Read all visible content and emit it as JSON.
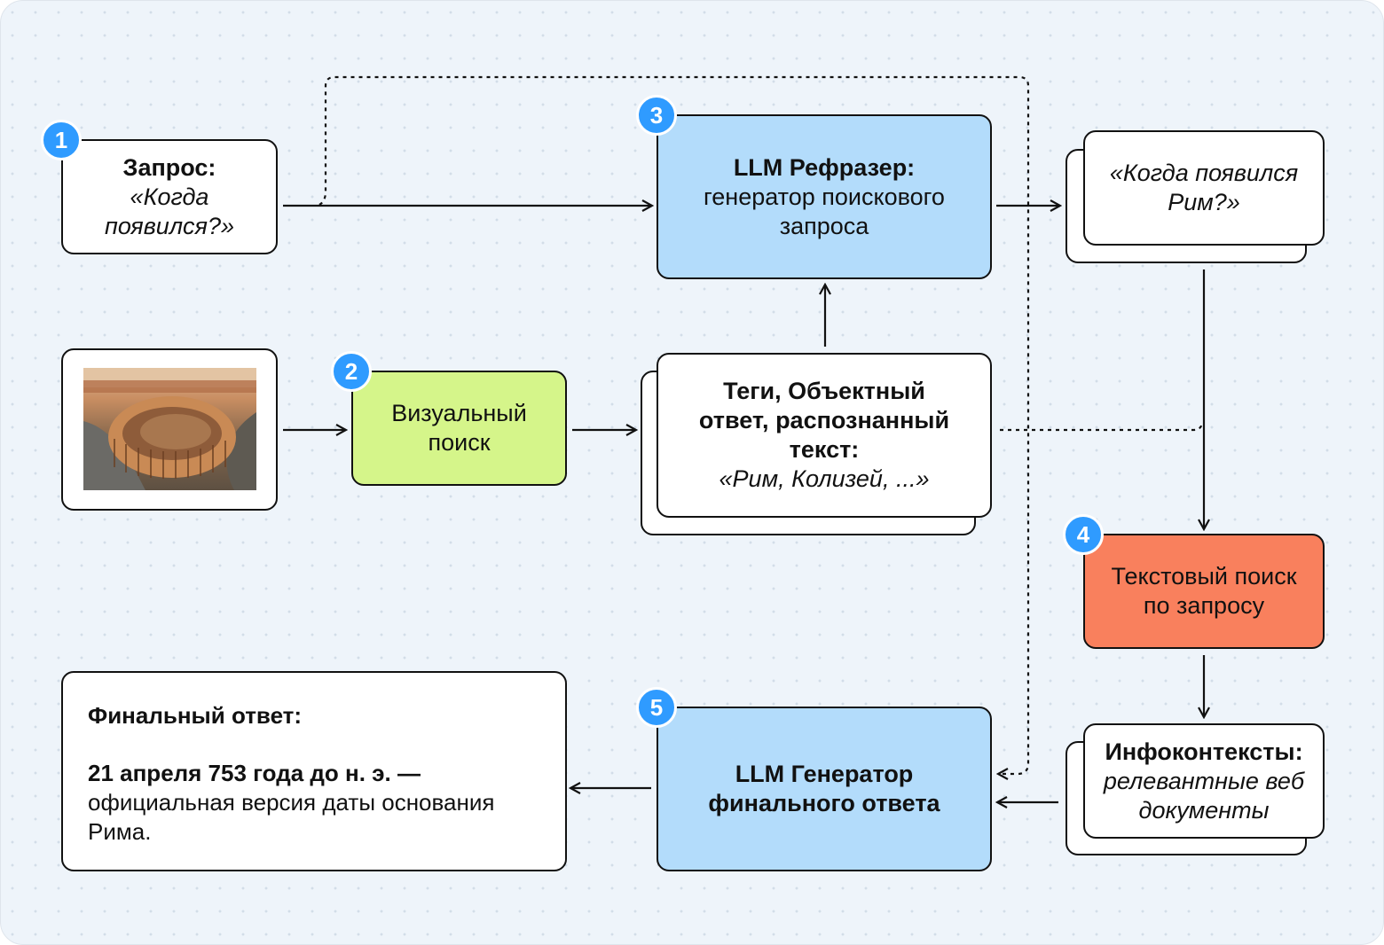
{
  "nodes": {
    "query": {
      "title": "Запрос:",
      "text": "«Когда появился?»"
    },
    "image": {
      "description": "Колизей"
    },
    "visual_search": {
      "text": "Визуальный поиск"
    },
    "rephraser": {
      "title": "LLM Рефразер:",
      "text": "генератор поискового запроса"
    },
    "tags": {
      "title": "Теги, Объектный ответ, распознанный текст:",
      "text": "«Рим, Колизей, ...»"
    },
    "rewritten_query": {
      "text": "«Когда появился Рим?»"
    },
    "text_search": {
      "text": "Текстовый поиск по запросу"
    },
    "infocontexts": {
      "title": "Инфоконтексты:",
      "text": "релевантные веб документы"
    },
    "generator": {
      "title": "LLM Генератор финального ответа"
    },
    "final_answer": {
      "title": "Финальный ответ:",
      "bold": "21 апреля 753 года до н. э. —",
      "text": "официальная версия даты основания Рима."
    }
  },
  "badges": [
    "1",
    "2",
    "3",
    "4",
    "5"
  ],
  "colors": {
    "blue": "#b3dcfb",
    "green": "#d5f58a",
    "red": "#f9805d",
    "badge": "#2f9bff"
  }
}
